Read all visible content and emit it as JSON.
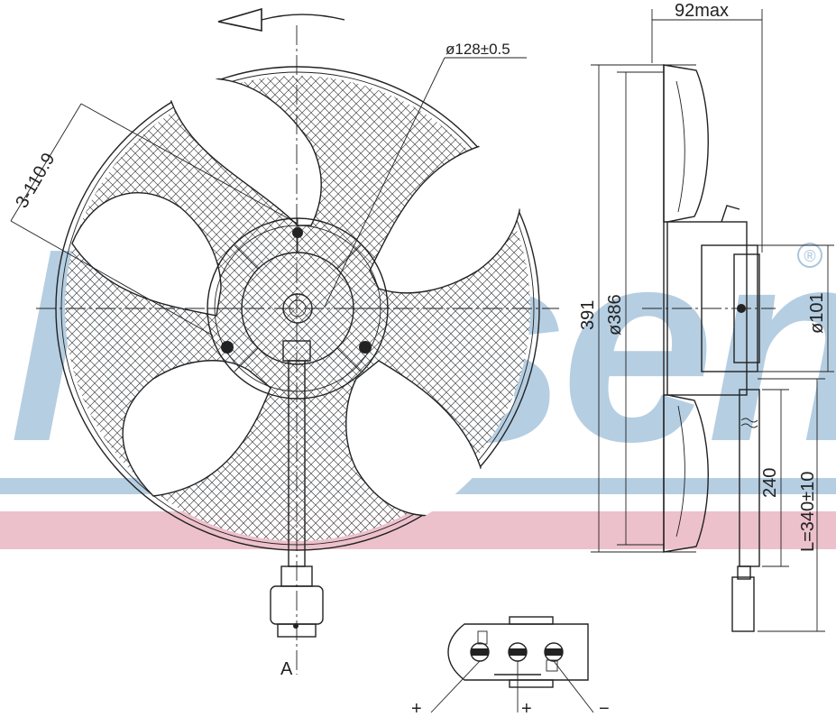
{
  "watermark": {
    "text": "Nissens",
    "registered_mark": "®",
    "color_blue": "#a9c6dd",
    "color_pink": "#e6a7b6"
  },
  "front_view": {
    "rotation_arrow_icon": "arrow-left-curved-icon",
    "shroud_diameter_label": "ø128±0.5",
    "blade_dimension_label": "3-110.9",
    "view_marker": "A"
  },
  "side_view": {
    "depth_label": "92max",
    "height_391": "391",
    "diameter_386": "ø386",
    "motor_diameter": "ø101",
    "cable_240": "240",
    "cable_length": "L=340±10"
  },
  "connector": {
    "pin_left": "+",
    "pin_middle": "+",
    "pin_right": "−"
  }
}
